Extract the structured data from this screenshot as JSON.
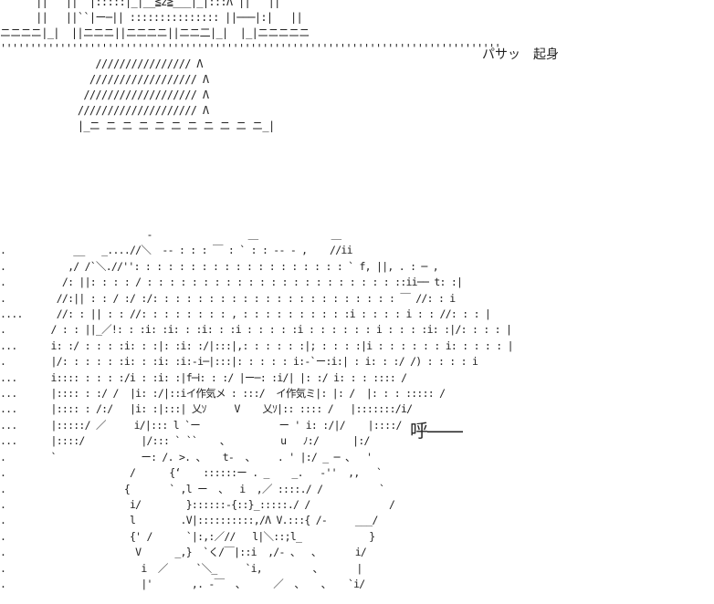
{
  "text": {
    "sound_effect": "パサッ　起身",
    "exhale": "呼――"
  },
  "art": {
    "top_lines": [
      "      ||   ||  |:::::|_|__≦z≧___|_|:::Λ ||   ||",
      "      ||   ||``|ー─|| ::::::::::::::: ||───|:|   ||",
      "ニニニニ|_|  ||ニニニ||ニニニニ||ニニ二|_|  |_|ニニニニニ",
      "''''''''''''''''''''''''''''''''''''''''''''''''''''''''''''''''''''''''''''''''''''",
      "                //////////////// Λ",
      "               ////////////////// Λ",
      "              /////////////////// Λ",
      "             //////////////////// Λ",
      "             |_ニ ニ ニ ニ ニ ニ ニ ニ ニ ニ ニ_|"
    ],
    "character_lines": [
      "                          -                 ＿             ＿",
      ".            __   _....//＼  -- : : : ￣ : ` : : -- - ,    //ii",
      ".           ,/ /`＼.//'': : : : : : : : : : : : : : : : : : : ` f, ||, . : ─ ,",
      ".          /: ||: : : : / : : : : : : : : : : : : : : : : : : : : : : ::ii── t: :|",
      ".         //:|| : : / :/ :/: : : : : : : : : : : : : : : : : : : : : : ￣ //: : i",
      "....      //: : || : : //: : : : : : : : , : : : : : : : : : :i : : : : i : : //: : : |",
      ".        / : : ||_／!: : :i: :i: : :i: : :i : : : : :i : : : : : : i : : : :i: :|/: : : : |",
      "...      i: :/ : : : :i: : :|: :i: :/|:::|,: : : : : :|; : : : :|i : : : : : : i: : : : : |",
      ".        |/: : : : : :i: : :i: :i:-i─|:::|: : : : : i:-`ー:i:| : i: : :/ /) : : : : i",
      "...      i:::: : : : :/i : :i: :|f─ⅰ: : :/ |ー─: :i/| |: :/ i: : : :::: /",
      "...      |:::: : :/ /  |i: :/|::iイ作気メ : :::/  イ作気ミ|: |: /  |: : : ::::: /",
      "...      |:::: : /:/   |i: :|:::| 乂ｿ     V    乂ｿ|:: :::: /   |:::::::/i/",
      "...      |:::::/ ／     i/|::: l `ー              ー ' i: :/|/    |::::/",
      "...      |::::/          |/::: ` ``    、         u   ﾉ:/      |:/",
      ".        `               ー: /. >. 、   t-  、    . ' |:/ _ ─ 、  '",
      ".                      /      {‘    ::::::ー . _    _.   ‐''  ,,   `",
      ".                     {       ` ,l ー  、  i  ,／ ::::./ /          `",
      ".                      i/        }::::::-{::}_:::::./ /              /",
      ".                      l        .V|::::::::::,/Λ V.:::{ /-     ___/",
      ".                      {' /      `|:,:／//   l|＼::;l_            }",
      ".                       V      _,}  `く/￣|::i  ,/- 、  、      i/",
      ".                        i  ／     `＼_     `i,         、      |",
      ".                        |'       ,. -￣  、     ／  、   、   `i/"
    ]
  }
}
